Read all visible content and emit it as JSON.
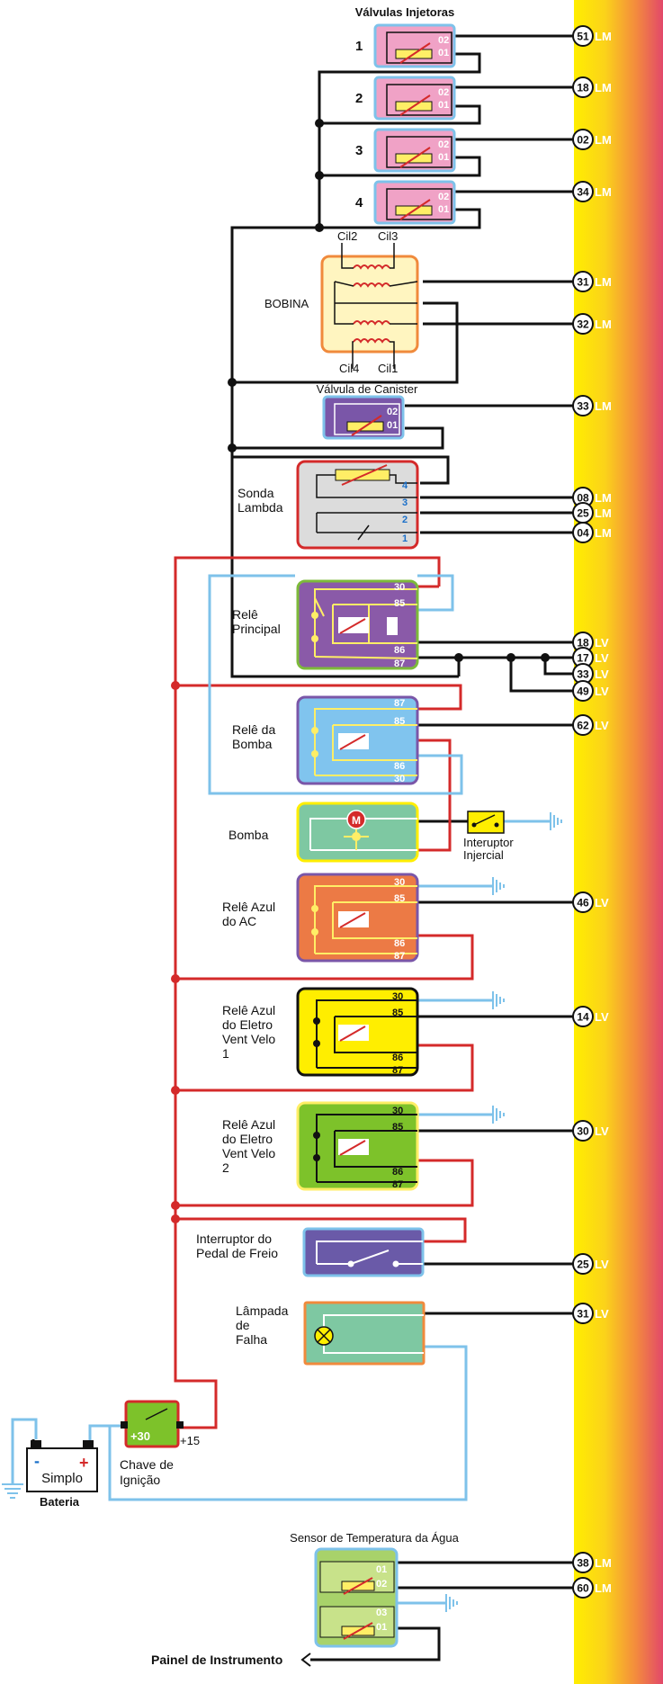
{
  "colors": {
    "wire_black": "#111111",
    "wire_red": "#d42a2a",
    "wire_blue": "#7ec2ea",
    "ecu_bar_top": "#ffee00",
    "ecu_bar_bottom": "#e2486a"
  },
  "titles": {
    "injectors": "Válvulas Injetoras",
    "water_sensor": "Sensor de Temperatura da Água",
    "panel": "Painel de Instrumento"
  },
  "injectors": [
    {
      "label": "1",
      "pin_a": "02",
      "pin_b": "01",
      "ecu": "51",
      "suffix": "LM"
    },
    {
      "label": "2",
      "pin_a": "02",
      "pin_b": "01",
      "ecu": "18",
      "suffix": "LM"
    },
    {
      "label": "3",
      "pin_a": "02",
      "pin_b": "01",
      "ecu": "02",
      "suffix": "LM"
    },
    {
      "label": "4",
      "pin_a": "02",
      "pin_b": "01",
      "ecu": "34",
      "suffix": "LM"
    }
  ],
  "coil": {
    "label": "BOBINA",
    "top_a": "Cil2",
    "top_b": "Cil3",
    "bot_a": "Cil4",
    "bot_b": "Cil1",
    "ecu": [
      {
        "n": "31",
        "s": "LM"
      },
      {
        "n": "32",
        "s": "LM"
      }
    ]
  },
  "canister": {
    "label": "Válvula de Canister",
    "pin_a": "02",
    "pin_b": "01",
    "ecu": {
      "n": "33",
      "s": "LM"
    }
  },
  "lambda": {
    "label_1": "Sonda",
    "label_2": "Lambda",
    "pins": [
      "4",
      "3",
      "2",
      "1"
    ],
    "ecu": [
      {
        "n": "08",
        "s": "LM"
      },
      {
        "n": "25",
        "s": "LM"
      },
      {
        "n": "04",
        "s": "LM"
      }
    ]
  },
  "main_relay": {
    "label_1": "Relê",
    "label_2": "Principal",
    "pins": [
      "30",
      "85",
      "86",
      "87"
    ],
    "ecu": [
      {
        "n": "18",
        "s": "LV"
      },
      {
        "n": "17",
        "s": "LV"
      },
      {
        "n": "33",
        "s": "LV"
      },
      {
        "n": "49",
        "s": "LV"
      }
    ]
  },
  "pump_relay": {
    "label_1": "Relê da",
    "label_2": "Bomba",
    "pins": [
      "87",
      "85",
      "86",
      "30"
    ],
    "ecu": {
      "n": "62",
      "s": "LV"
    }
  },
  "pump": {
    "label": "Bomba",
    "motor": "M",
    "switch_1": "Interuptor",
    "switch_2": "Injercial"
  },
  "ac_relay": {
    "label_1": "Relê Azul",
    "label_2": "do AC",
    "pins": [
      "30",
      "85",
      "86",
      "87"
    ],
    "ecu": {
      "n": "46",
      "s": "LV"
    }
  },
  "fan1_relay": {
    "label_1": "Relê Azul",
    "label_2": "do Eletro",
    "label_3": "Vent Velo",
    "label_4": "1",
    "pins": [
      "30",
      "85",
      "86",
      "87"
    ],
    "ecu": {
      "n": "14",
      "s": "LV"
    }
  },
  "fan2_relay": {
    "label_1": "Relê Azul",
    "label_2": "do Eletro",
    "label_3": "Vent Velo",
    "label_4": "2",
    "pins": [
      "30",
      "85",
      "86",
      "87"
    ],
    "ecu": {
      "n": "30",
      "s": "LV"
    }
  },
  "brake": {
    "label_1": "Interruptor do",
    "label_2": "Pedal de Freio",
    "ecu": {
      "n": "25",
      "s": "LV"
    }
  },
  "lamp": {
    "label_1": "Lâmpada",
    "label_2": "de",
    "label_3": "Falha",
    "ecu": {
      "n": "31",
      "s": "LV"
    }
  },
  "battery": {
    "label": "Bateria",
    "inner": "Simplo",
    "minus": "-",
    "plus": "+"
  },
  "ignition": {
    "label_1": "Chave de",
    "label_2": "Ignição",
    "inner": "+30",
    "out": "+15"
  },
  "water_sensor": {
    "pins": [
      "01",
      "02",
      "03",
      "01"
    ],
    "ecu": [
      {
        "n": "38",
        "s": "LM"
      },
      {
        "n": "60",
        "s": "LM"
      }
    ]
  }
}
